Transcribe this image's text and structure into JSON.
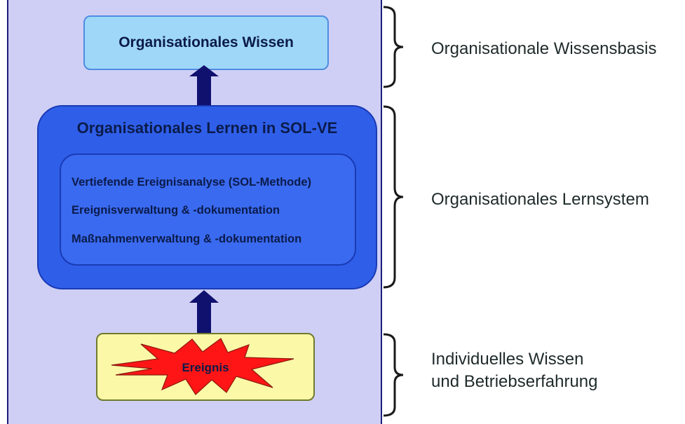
{
  "boxes": {
    "knowledge": "Organisationales Wissen",
    "learning_title": "Organisationales Lernen in SOL-VE",
    "learning_items": [
      "Vertiefende Ereignisanalyse (SOL-Methode)",
      "Ereignisverwaltung & -dokumentation",
      "Maßnahmenverwaltung & -dokumentation"
    ],
    "event": "Ereignis"
  },
  "levels": [
    {
      "label": "Organisationale Wissensbasis"
    },
    {
      "label": "Organisationales Lernsystem"
    },
    {
      "line1": "Individuelles Wissen",
      "line2": "und Betriebserfahrung"
    }
  ],
  "colors": {
    "panel_background": "#cfcff5",
    "knowledge_box": "#9fd7f8",
    "learning_box": "#2f5fe9",
    "event_box": "#fbf8a7",
    "starburst": "#ff1515",
    "arrow": "#10106f",
    "text_dark": "#0b1b4a"
  },
  "icons": {
    "arrow_up": "arrow-up-icon",
    "event_burst": "starburst-icon",
    "bracket": "curly-brace-icon"
  }
}
